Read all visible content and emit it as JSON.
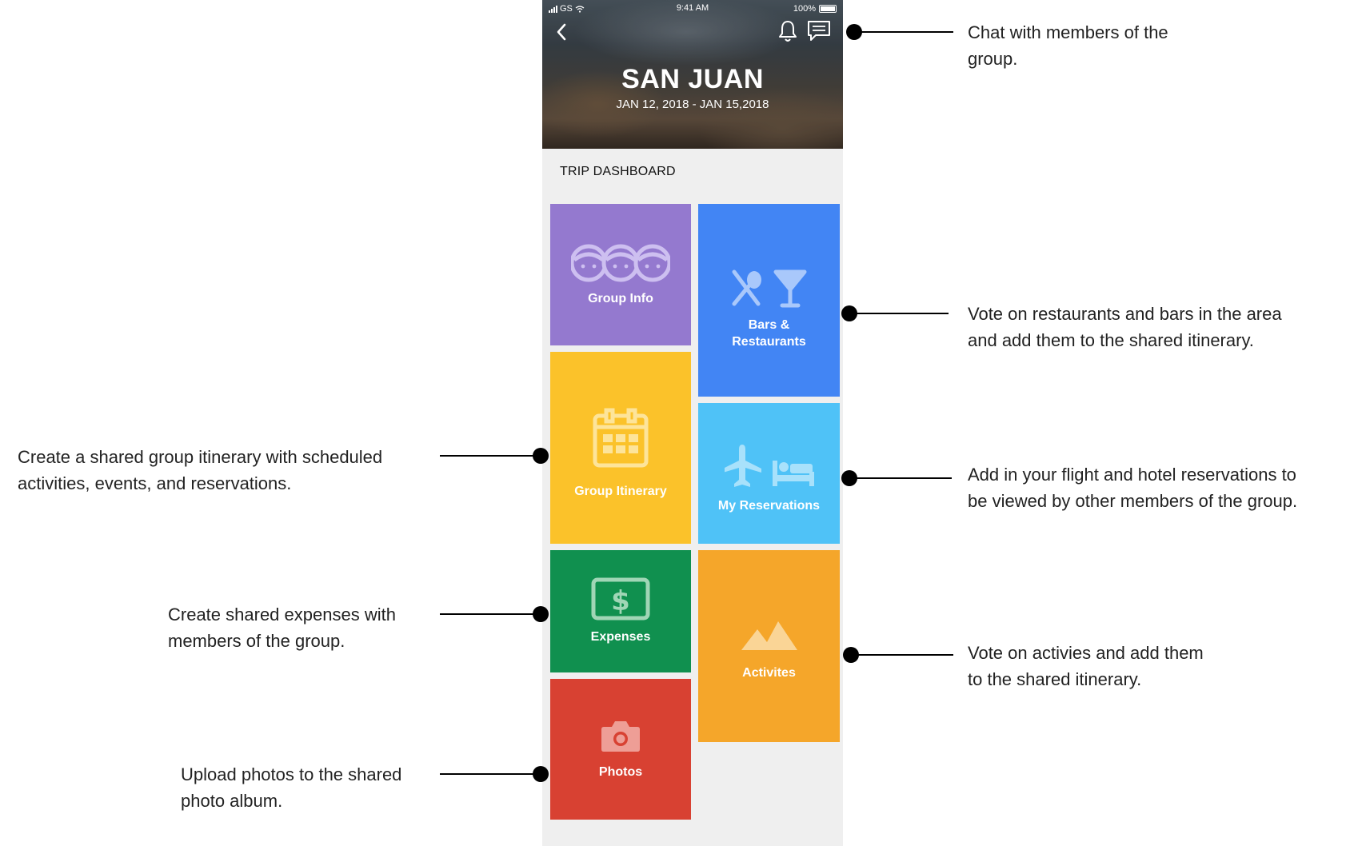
{
  "status_bar": {
    "carrier": "GS",
    "time": "9:41 AM",
    "battery": "100%"
  },
  "header": {
    "city": "SAN JUAN",
    "dates": "JAN 12, 2018 - JAN 15,2018"
  },
  "dashboard": {
    "title": "TRIP DASHBOARD",
    "tiles": {
      "group_info": {
        "label": "Group Info",
        "color": "#9479cf"
      },
      "bars_restaurants": {
        "label": "Bars &\nRestaurants",
        "color": "#4285f4"
      },
      "group_itinerary": {
        "label": "Group Itinerary",
        "color": "#fbc22a"
      },
      "my_reservations": {
        "label": "My Reservations",
        "color": "#4fc2f7"
      },
      "expenses": {
        "label": "Expenses",
        "color": "#10904f"
      },
      "activities": {
        "label": "Activites",
        "color": "#f5a62a"
      },
      "photos": {
        "label": "Photos",
        "color": "#d84132"
      }
    }
  },
  "annotations": {
    "chat": [
      "Chat with members of the",
      "group."
    ],
    "bars": [
      "Vote on restaurants and bars in the area",
      "and add them to the shared itinerary."
    ],
    "itinerary": [
      "Create a shared group itinerary with scheduled",
      "activities, events, and reservations."
    ],
    "reservations": [
      "Add in your flight and hotel reservations to",
      "be viewed by other members of the group."
    ],
    "expenses": [
      "Create shared expenses with",
      "members of the group."
    ],
    "activities": [
      "Vote on activies and add them",
      "to the shared itinerary."
    ],
    "photos": [
      "Upload photos to the shared",
      "photo album."
    ]
  }
}
